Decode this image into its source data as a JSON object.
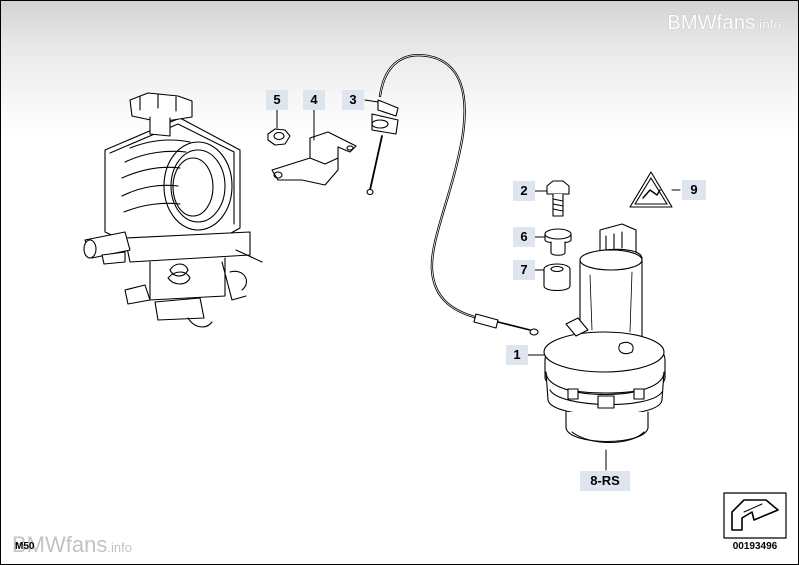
{
  "watermark": {
    "top_brand": "BMWfans",
    "top_suffix": ".info",
    "bottom_brand": "BMWfans",
    "bottom_suffix": ".info"
  },
  "model_label": "M50",
  "diagram_number": "00193496",
  "callouts": [
    {
      "id": "5",
      "label": "5",
      "part": "nut"
    },
    {
      "id": "4",
      "label": "4",
      "part": "bracket"
    },
    {
      "id": "3",
      "label": "3",
      "part": "bowden-cable"
    },
    {
      "id": "2",
      "label": "2",
      "part": "hex-bolt"
    },
    {
      "id": "9",
      "label": "9",
      "part": "warning-label"
    },
    {
      "id": "6",
      "label": "6",
      "part": "rubber-mount"
    },
    {
      "id": "7",
      "label": "7",
      "part": "sleeve"
    },
    {
      "id": "1",
      "label": "1",
      "part": "cruise-control-actuator"
    },
    {
      "id": "8",
      "label": "8-RS",
      "part": "remanufactured-actuator"
    }
  ],
  "icons": [
    "next-diagram-arrow-icon",
    "warning-triangle-icon"
  ],
  "colors": {
    "callout_bg": "#dfe5ee",
    "line": "#000000",
    "header_gradient": "#d2d2d2"
  }
}
